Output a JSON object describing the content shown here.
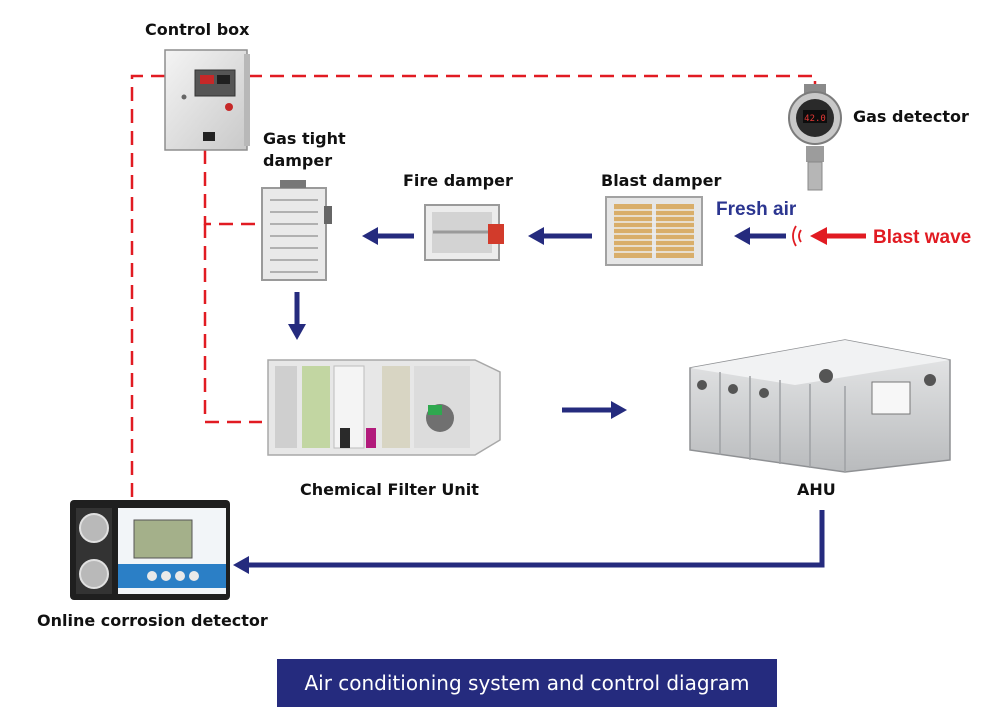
{
  "labels": {
    "control_box": "Control box",
    "gas_detector": "Gas detector",
    "gas_tight_line1": "Gas tight",
    "gas_tight_line2": "damper",
    "fire_damper": "Fire damper",
    "blast_damper": "Blast damper",
    "fresh_air": "Fresh air",
    "blast_wave": "Blast wave",
    "chemical_filter_unit": "Chemical Filter Unit",
    "ahu": "AHU",
    "online_corrosion_detector": "Online corrosion detector"
  },
  "caption": "Air conditioning system and control diagram",
  "colors": {
    "control_line": "#e11b22",
    "airflow_arrow": "#252b7e",
    "caption_bg": "#252b7e",
    "blast_wave": "#e11b22",
    "fresh_air": "#2b3590"
  }
}
